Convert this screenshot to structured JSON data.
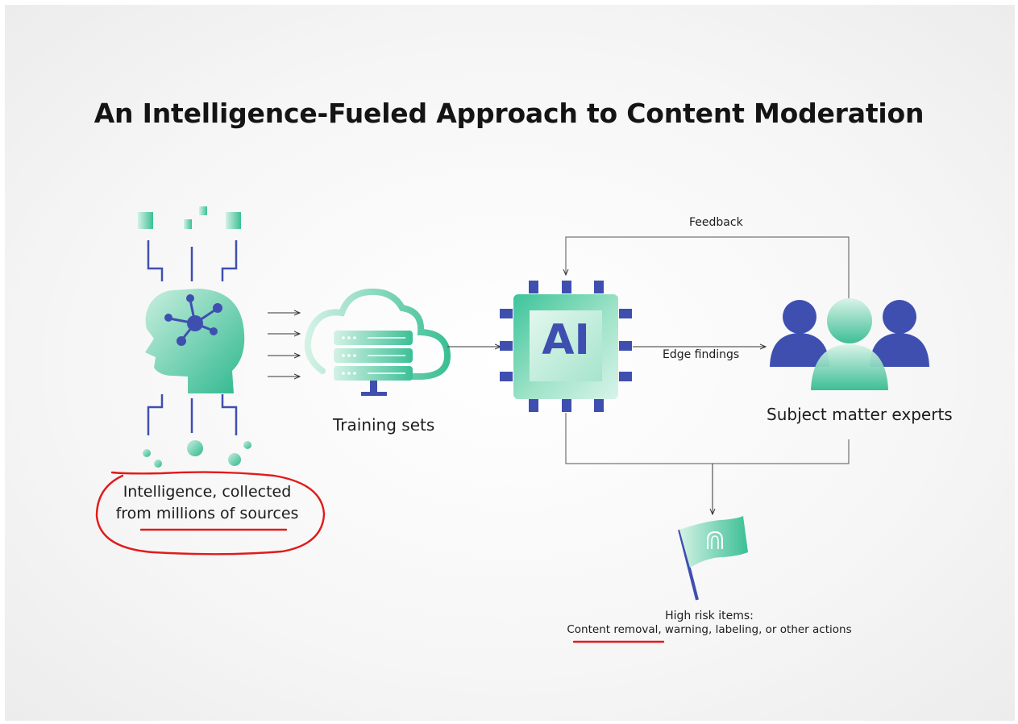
{
  "title": "An Intelligence-Fueled Approach to Content Moderation",
  "labels": {
    "feedback": "Feedback",
    "edge_findings": "Edge findings",
    "training_sets": "Training sets",
    "subject_matter_experts": "Subject matter experts",
    "intelligence_line1": "Intelligence, collected",
    "intelligence_line2": "from millions of sources",
    "high_risk_line1": "High risk items:",
    "high_risk_line2": "Content removal, warning, labeling, or other actions",
    "ai_chip_text": "AI"
  },
  "colors": {
    "navy": "#3f4fb0",
    "mint": "#7fd6b3",
    "teal": "#25b38a",
    "annotation_red": "#e21a1a"
  },
  "icons": [
    "head-network-icon",
    "cloud-server-icon",
    "ai-chip-icon",
    "people-icon",
    "flag-icon"
  ]
}
